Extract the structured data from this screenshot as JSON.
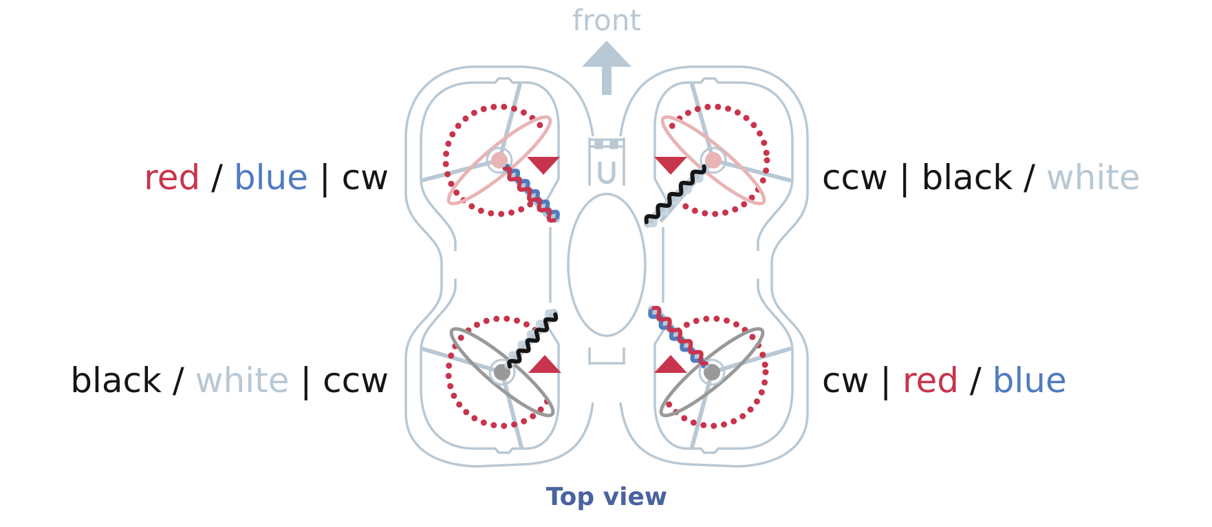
{
  "colors": {
    "frame": "#B8C8D4",
    "red": "#C8344C",
    "blue": "#4F7BC0",
    "black": "#151515",
    "white_wire": "#B8C8D4",
    "prop_red": "#E8B4B4",
    "prop_gray": "#999999",
    "title": "#4A62A0",
    "arrow": "#B8C8D4"
  },
  "front_label": "front",
  "title": "Top view",
  "motors": [
    {
      "id": "front-left",
      "wires": [
        "red",
        "blue"
      ],
      "rotation": "cw",
      "label_parts": [
        {
          "text": "red",
          "color": "red"
        },
        {
          "text": " / ",
          "color": "black"
        },
        {
          "text": "blue",
          "color": "blue"
        },
        {
          "text": " | cw",
          "color": "black"
        }
      ]
    },
    {
      "id": "front-right",
      "wires": [
        "black",
        "white"
      ],
      "rotation": "ccw",
      "label_parts": [
        {
          "text": "ccw | ",
          "color": "black"
        },
        {
          "text": "black",
          "color": "black"
        },
        {
          "text": " / ",
          "color": "black"
        },
        {
          "text": "white",
          "color": "white_wire"
        }
      ]
    },
    {
      "id": "rear-left",
      "wires": [
        "black",
        "white"
      ],
      "rotation": "ccw",
      "label_parts": [
        {
          "text": "black",
          "color": "black"
        },
        {
          "text": " / ",
          "color": "black"
        },
        {
          "text": "white",
          "color": "white_wire"
        },
        {
          "text": " | ccw",
          "color": "black"
        }
      ]
    },
    {
      "id": "rear-right",
      "wires": [
        "red",
        "blue"
      ],
      "rotation": "cw",
      "label_parts": [
        {
          "text": "cw | ",
          "color": "black"
        },
        {
          "text": "red",
          "color": "red"
        },
        {
          "text": " / ",
          "color": "black"
        },
        {
          "text": "blue",
          "color": "blue"
        }
      ]
    }
  ]
}
